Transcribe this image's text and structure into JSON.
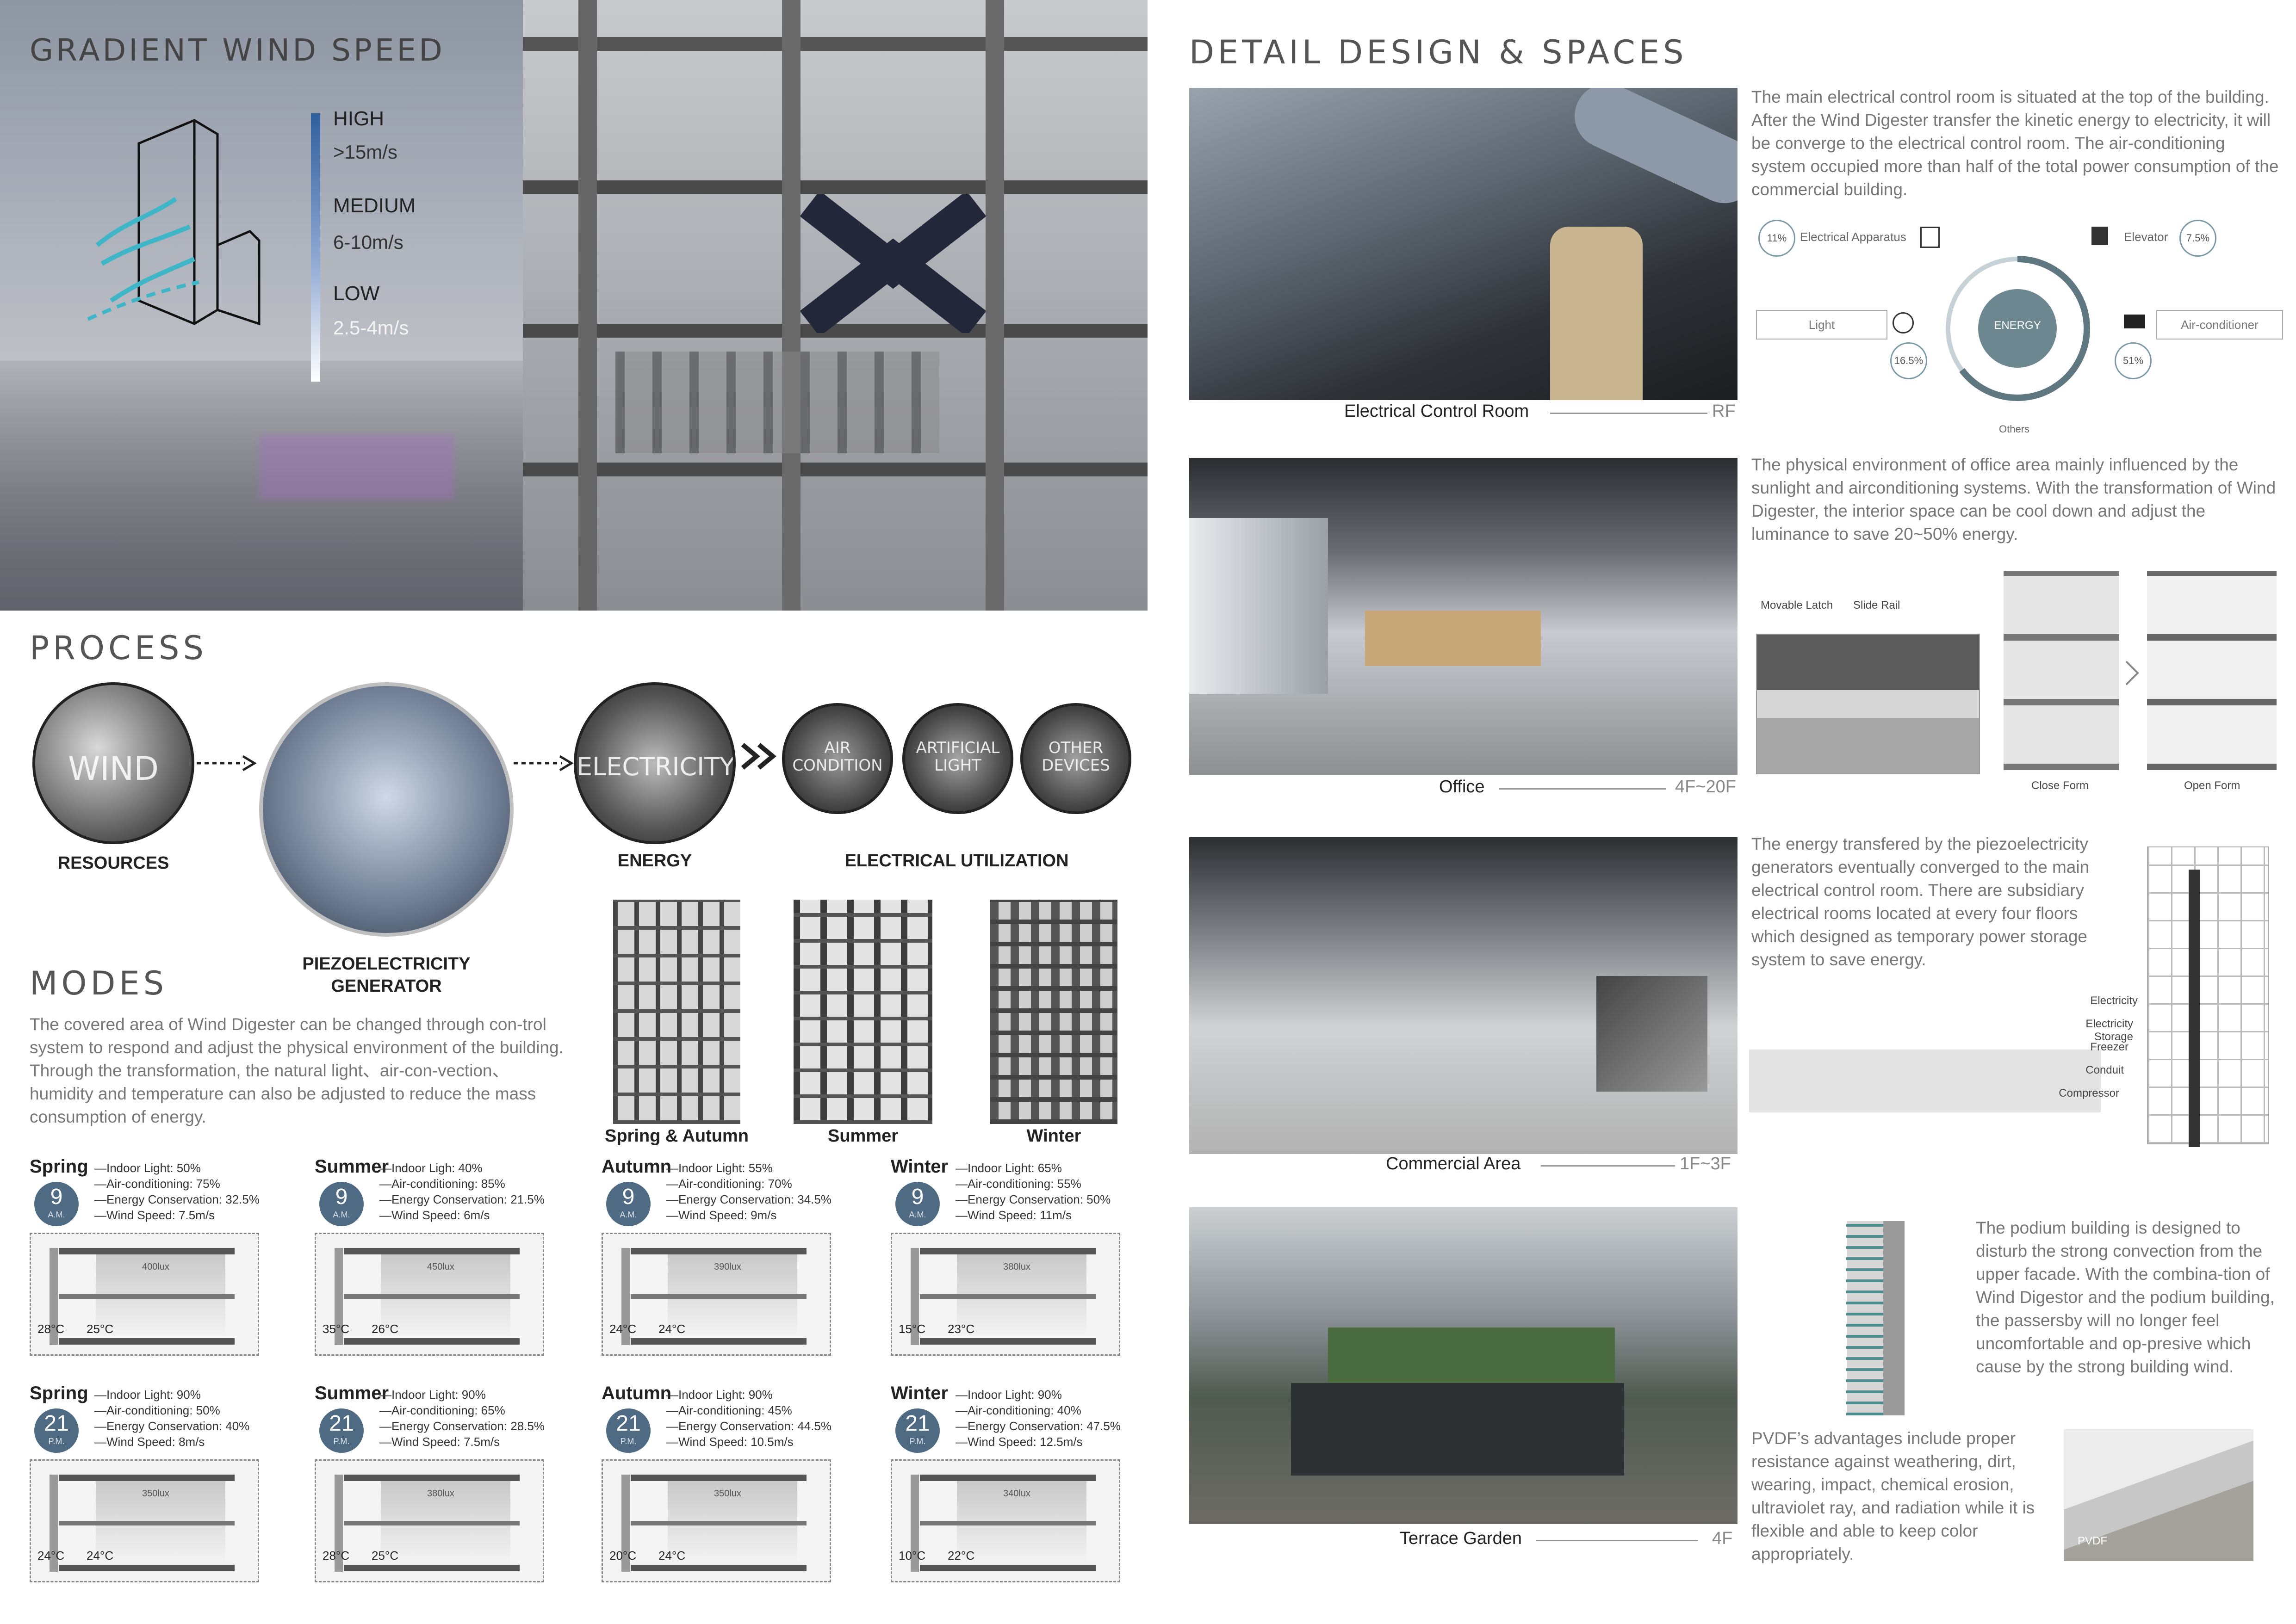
{
  "gradient": {
    "title": "GRADIENT WIND SPEED",
    "high_label": "HIGH",
    "high_value": ">15m/s",
    "medium_label": "MEDIUM",
    "medium_value": "6-10m/s",
    "low_label": "LOW",
    "low_value": "2.5-4m/s"
  },
  "process": {
    "title": "PROCESS",
    "wind_text": "WIND",
    "resources": "RESOURCES",
    "piezo": "PIEZOELECTRICITY\nGENERATOR",
    "electricity_text": "ELECTRICITY",
    "energy": "ENERGY",
    "air_condition": "AIR\nCONDITION",
    "artificial_light": "ARTIFICIAL\nLIGHT",
    "other_devices": "OTHER\nDEVICES",
    "electrical_utilization": "ELECTRICAL UTILIZATION"
  },
  "modes": {
    "title": "MODES",
    "text": "The covered area of Wind Digester can be changed through con-trol system to respond and adjust the physical environment of the building. Through the transformation, the natural light、air-con-vection、humidity and temperature can also be adjusted to reduce the mass consumption of energy.",
    "patterns": [
      "Spring & Autumn",
      "Summer",
      "Winter"
    ]
  },
  "seasons_am": [
    {
      "name": "Spring",
      "time": "9",
      "ampm": "A.M.",
      "stats": [
        "—Indoor Light: 50%",
        "—Air-conditioning: 75%",
        "—Energy Conservation: 32.5%",
        "—Wind Speed: 7.5m/s"
      ],
      "lux": "400lux",
      "t_out": "28°C",
      "t_in": "25°C"
    },
    {
      "name": "Summer",
      "time": "9",
      "ampm": "A.M.",
      "stats": [
        "—Indoor Ligh: 40%",
        "—Air-conditioning: 85%",
        "—Energy Conservation: 21.5%",
        "—Wind Speed: 6m/s"
      ],
      "lux": "450lux",
      "t_out": "35°C",
      "t_in": "26°C"
    },
    {
      "name": "Autumn",
      "time": "9",
      "ampm": "A.M.",
      "stats": [
        "—Indoor Light: 55%",
        "—Air-conditioning: 70%",
        "—Energy Conservation: 34.5%",
        "—Wind Speed: 9m/s"
      ],
      "lux": "390lux",
      "t_out": "24°C",
      "t_in": "24°C"
    },
    {
      "name": "Winter",
      "time": "9",
      "ampm": "A.M.",
      "stats": [
        "—Indoor Light: 65%",
        "—Air-conditioning: 55%",
        "—Energy Conservation: 50%",
        "—Wind Speed: 11m/s"
      ],
      "lux": "380lux",
      "t_out": "15°C",
      "t_in": "23°C"
    }
  ],
  "seasons_pm": [
    {
      "name": "Spring",
      "time": "21",
      "ampm": "P.M.",
      "stats": [
        "—Indoor Light: 90%",
        "—Air-conditioning: 50%",
        "—Energy Conservation: 40%",
        "—Wind Speed: 8m/s"
      ],
      "lux": "350lux",
      "t_out": "24°C",
      "t_in": "24°C"
    },
    {
      "name": "Summer",
      "time": "21",
      "ampm": "P.M.",
      "stats": [
        "—Indoor Light: 90%",
        "—Air-conditioning: 65%",
        "—Energy Conservation: 28.5%",
        "—Wind Speed: 7.5m/s"
      ],
      "lux": "380lux",
      "t_out": "28°C",
      "t_in": "25°C"
    },
    {
      "name": "Autumn",
      "time": "21",
      "ampm": "P.M.",
      "stats": [
        "—Indoor Light: 90%",
        "—Air-conditioning: 45%",
        "—Energy Conservation: 44.5%",
        "—Wind Speed: 10.5m/s"
      ],
      "lux": "350lux",
      "t_out": "20°C",
      "t_in": "24°C"
    },
    {
      "name": "Winter",
      "time": "21",
      "ampm": "P.M.",
      "stats": [
        "—Indoor Light: 90%",
        "—Air-conditioning: 40%",
        "—Energy Conservation: 47.5%",
        "—Wind Speed: 12.5m/s"
      ],
      "lux": "340lux",
      "t_out": "10°C",
      "t_in": "22°C"
    }
  ],
  "detail": {
    "title": "DETAIL DESIGN & SPACES",
    "rows": [
      {
        "caption": "Electrical Control Room",
        "floor": "RF",
        "text": "The main electrical control room is situated at the top of the building. After the Wind Digester transfer the kinetic energy to electricity, it will be converge to the electrical control room. The air-conditioning system occupied more than half of the total power consumption of the commercial building."
      },
      {
        "caption": "Office",
        "floor": "4F~20F",
        "text": "The physical environment of office area mainly influenced by the sunlight and airconditioning systems. With the transformation of Wind Digester, the interior space can be cool down and adjust the luminance to save 20~50% energy."
      },
      {
        "caption": "Commercial Area",
        "floor": "1F~3F",
        "text": "The energy transfered by the piezoelectricity generators eventually converged to the main electrical control room. There are subsidiary electrical rooms located at every four floors which designed as temporary power storage system to save energy."
      },
      {
        "caption": "Terrace Garden",
        "floor": "4F",
        "text": "The podium building is designed to disturb the strong convection from the upper facade. With the combina-tion of Wind Digestor and the podium building, the passersby will no longer feel uncomfortable and op-presive which cause by the strong building wind."
      }
    ],
    "pvdf_text": "PVDF’s advantages include proper resistance against weathering, dirt, wearing, impact, chemical erosion, ultraviolet ray, and radiation while it is flexible and able to keep color appropriately.",
    "pvdf_label": "PVDF"
  },
  "energy_diagram": {
    "center": "ENERGY",
    "electrical_apparatus": "Electrical Apparatus",
    "electrical_pct": "11%",
    "elevator": "Elevator",
    "elevator_pct": "7.5%",
    "light": "Light",
    "light_pct": "16.5%",
    "air_conditioner": "Air-conditioner",
    "air_pct": "51%",
    "others": "Others"
  },
  "office_diagram": {
    "movable_latch": "Movable Latch",
    "slide_rail": "Slide Rail",
    "close_form": "Close Form",
    "open_form": "Open Form"
  },
  "storage_diagram": {
    "labels": [
      "Electricity",
      "Electricity Storage",
      "Freezer",
      "Conduit",
      "Compressor"
    ]
  }
}
